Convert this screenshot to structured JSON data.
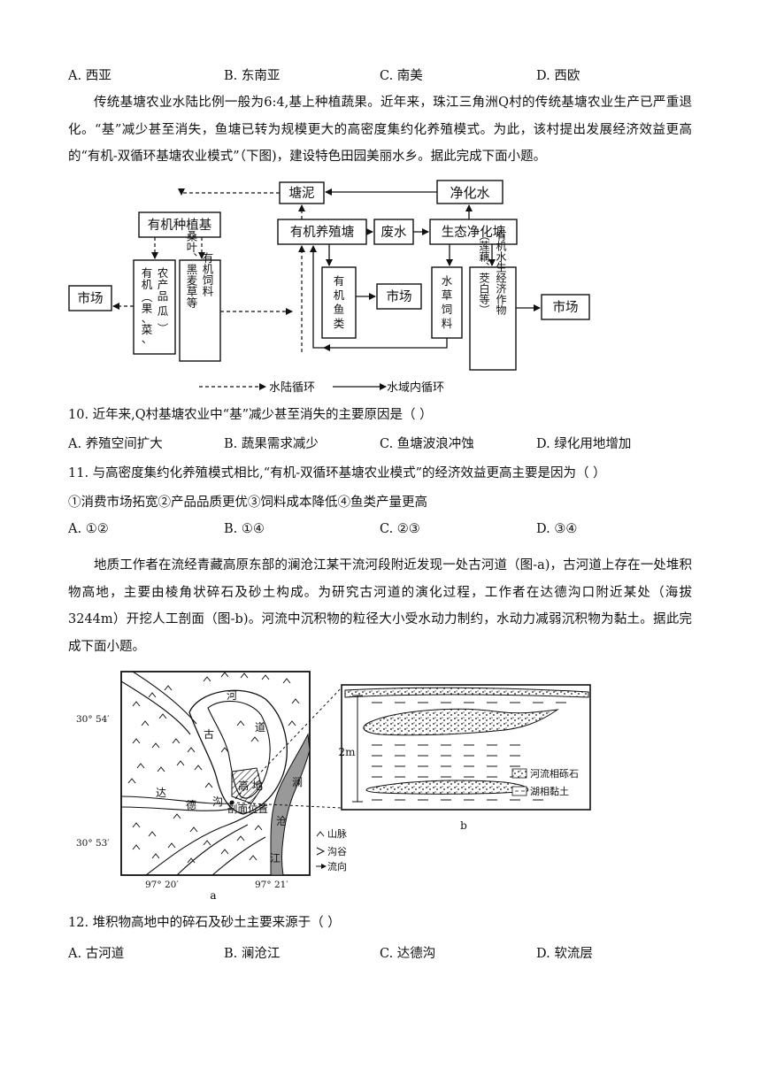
{
  "q9_options": [
    "A. 西亚",
    "B. 东南亚",
    "C. 南美",
    "D. 西欧"
  ],
  "passage1": "传统基塘农业水陆比例一般为6:4,基上种植蔬果。近年来，珠江三角洲Q村的传统基塘农业生产已严重退化。“基”减少甚至消失，鱼塘已转为规模更大的高密度集约化养殖模式。为此，该村提出发展经济效益更高的“有机-双循环基塘农业模式”（下图)，建设特色田园美丽水乡。据此完成下面小题。",
  "diagram1": {
    "tangni": "塘泥",
    "jinghuashui": "净化水",
    "youji_zhongzhi": "有机种植基",
    "youji_yangzhi": "有机养殖塘",
    "feishui": "废水",
    "shengtai": "生态净化塘",
    "shichang": "市场",
    "nongchanpin": [
      "有",
      "机",
      "农",
      "产",
      "品",
      "︵",
      "果",
      "、",
      "菜",
      "、",
      "瓜",
      "︶"
    ],
    "siliao": [
      "有机饲料",
      "桑叶、黑麦草等"
    ],
    "yulei": [
      "有",
      "机",
      "鱼",
      "类"
    ],
    "shuicao": [
      "水",
      "草",
      "饲",
      "料"
    ],
    "shuisheng": [
      "有机水生经济作物",
      "︵莲藕、茭白等︶"
    ],
    "legend_dashed": "水陆循环",
    "legend_solid": "水域内循环"
  },
  "q10": {
    "stem": "10. 近年来,Q村基塘农业中“基”减少甚至消失的主要原因是（      ）",
    "options": [
      "A. 养殖空间扩大",
      "B. 蔬果需求减少",
      "C. 鱼塘波浪冲蚀",
      "D. 绿化用地增加"
    ]
  },
  "q11": {
    "stem": "11. 与高密度集约化养殖模式相比,“有机-双循环基塘农业模式”的经济效益更高主要是因为（      ）",
    "items": "①消费市场拓宽②产品品质更优③饲料成本降低④鱼类产量更高",
    "options": [
      "A. ①②",
      "B. ①④",
      "C. ②③",
      "D. ③④"
    ]
  },
  "passage2": "地质工作者在流经青藏高原东部的澜沧江某干流河段附近发现一处古河道（图-a)，古河道上存在一处堆积物高地，主要由棱角状碎石及砂土构成。为研究古河道的演化过程，工作者在达德沟口附近某处（海拔3244m）开挖人工剖面（图-b)。河流中沉积物的粒径大小受水动力制约，水动力减弱沉积物为黏土。据此完成下面小题。",
  "map": {
    "lat_top": "30° 54′",
    "lat_bottom": "30° 53′",
    "lon_left": "97° 20′",
    "lon_right": "97° 21′",
    "label_he": "河",
    "label_dao": "道",
    "label_gu": "古",
    "label_gaodi": "高 地",
    "label_poumian": "剖面位置",
    "label_da": "达",
    "label_de": "德",
    "label_gou": "沟",
    "label_lan": "澜",
    "label_cang": "沧",
    "label_jiang": "江",
    "legend": [
      "山脉",
      "沟谷",
      "流向"
    ],
    "caption": "a"
  },
  "profile": {
    "scale": "2m",
    "legend": [
      "河流相砾石",
      "湖相黏土"
    ],
    "caption": "b"
  },
  "q12": {
    "stem": "12. 堆积物高地中的碎石及砂土主要来源于（      ）",
    "options": [
      "A. 古河道",
      "B. 澜沧江",
      "C. 达德沟",
      "D. 软流层"
    ]
  }
}
